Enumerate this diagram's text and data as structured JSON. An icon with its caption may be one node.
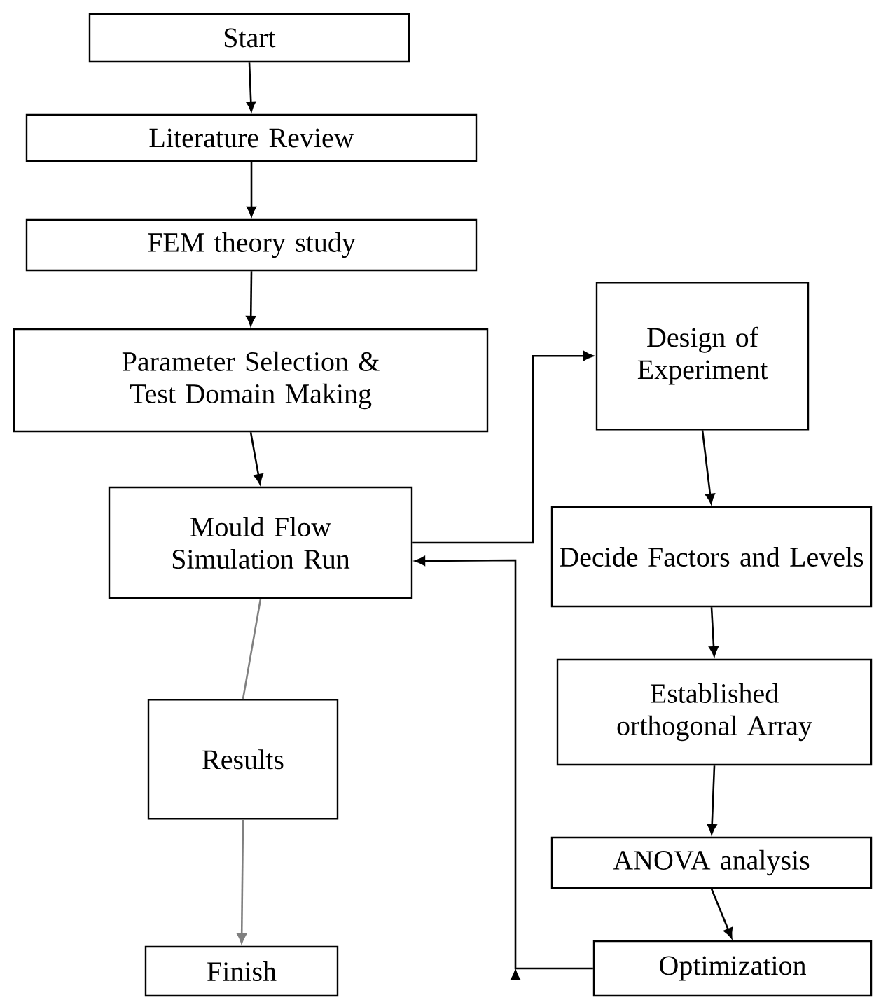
{
  "diagram": {
    "nodes": [
      {
        "text": [
          "Start"
        ]
      },
      {
        "text": [
          "Literature Review"
        ]
      },
      {
        "text": [
          "FEM theory study"
        ]
      },
      {
        "text": [
          "Parameter Selection & Test Domain Making"
        ]
      },
      {
        "text": [
          "Mould Flow Simulation Run"
        ]
      },
      {
        "text": [
          "Results"
        ]
      },
      {
        "text": [
          "Finish"
        ]
      },
      {
        "text": [
          "Design of Experiment"
        ]
      },
      {
        "text": [
          "Decide Factors and Levels"
        ]
      },
      {
        "text": [
          "Established orthogonal Array"
        ]
      },
      {
        "text": [
          "ANOVA analysis"
        ]
      },
      {
        "text": [
          "Optimization"
        ]
      }
    ],
    "edges": [
      {
        "from": 0,
        "to": 1,
        "arrow": "to"
      },
      {
        "from": 1,
        "to": 2,
        "arrow": "to"
      },
      {
        "from": 2,
        "to": 3,
        "arrow": "to"
      },
      {
        "from": 3,
        "to": 4,
        "arrow": "to"
      },
      {
        "from": 4,
        "to": 7,
        "arrow": "to"
      },
      {
        "from": 4,
        "to": 5,
        "arrow": "none",
        "color": "#808080"
      },
      {
        "from": 5,
        "to": 6,
        "arrow": "to",
        "color": "#808080"
      },
      {
        "from": 7,
        "to": 8,
        "arrow": "to"
      },
      {
        "from": 8,
        "to": 9,
        "arrow": "to"
      },
      {
        "from": 9,
        "to": 10,
        "arrow": "to"
      },
      {
        "from": 10,
        "to": 11,
        "arrow": "to"
      },
      {
        "from": 11,
        "to": 4,
        "arrow": "to"
      }
    ]
  }
}
